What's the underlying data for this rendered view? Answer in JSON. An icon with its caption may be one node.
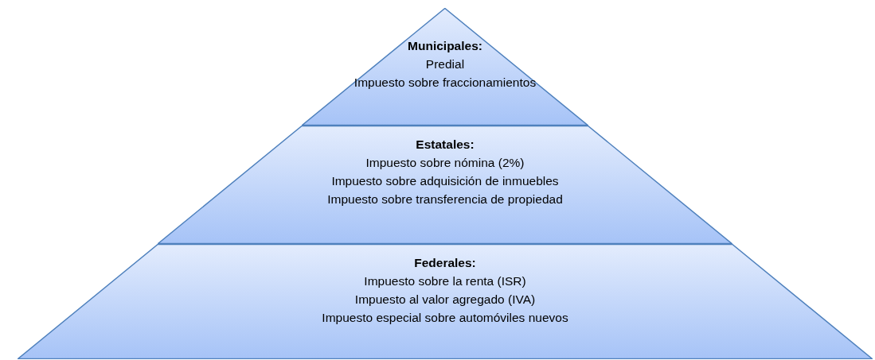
{
  "diagram": {
    "nodes": [
      {
        "text": [
          "Municipales:",
          "Predial",
          "Impuesto sobre fraccionamientos"
        ]
      },
      {
        "text": [
          "Estatales:",
          "Impuesto sobre nómina (2%)",
          "Impuesto sobre adquisición de inmuebles",
          "Impuesto sobre transferencia de propiedad"
        ]
      },
      {
        "text": [
          "Federales:",
          "Impuesto sobre la renta (ISR)",
          "Impuesto al valor agregado (IVA)",
          "Impuesto especial sobre automóviles nuevos"
        ]
      }
    ]
  }
}
